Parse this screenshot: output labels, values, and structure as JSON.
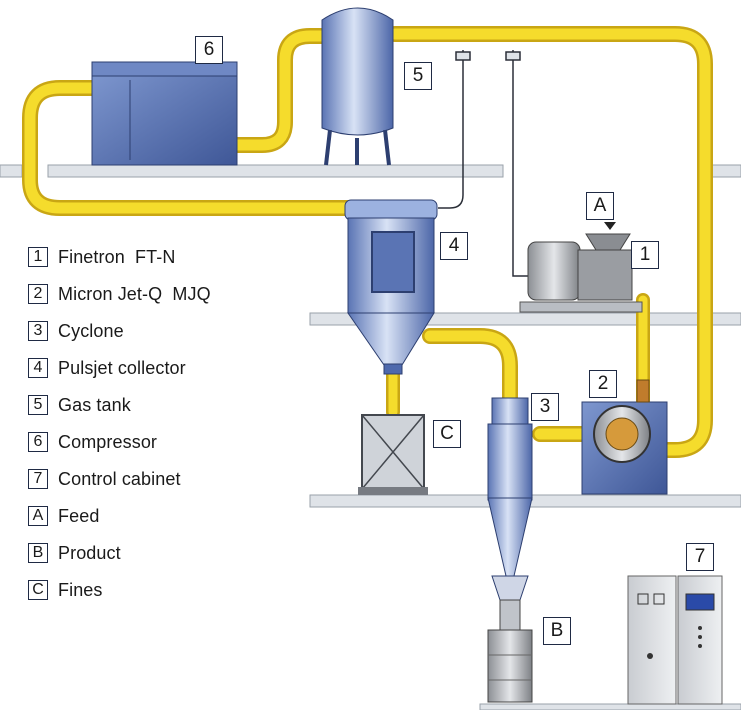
{
  "legend": [
    {
      "key": "1",
      "label": "Finetron  FT-N"
    },
    {
      "key": "2",
      "label": "Micron Jet-Q  MJQ"
    },
    {
      "key": "3",
      "label": "Cyclone"
    },
    {
      "key": "4",
      "label": "Pulsjet collector"
    },
    {
      "key": "5",
      "label": "Gas tank"
    },
    {
      "key": "6",
      "label": "Compressor"
    },
    {
      "key": "7",
      "label": "Control cabinet"
    },
    {
      "key": "A",
      "label": "Feed"
    },
    {
      "key": "B",
      "label": "Product"
    },
    {
      "key": "C",
      "label": "Fines"
    }
  ],
  "tags": {
    "finetron": "1",
    "micron_jet": "2",
    "cyclone": "3",
    "pulsjet": "4",
    "gas_tank": "5",
    "compressor": "6",
    "control_cabinet": "7",
    "feed": "A",
    "product": "B",
    "fines": "C"
  },
  "colors": {
    "pipe": "#f5dc2c",
    "pipe_edge": "#c9a614",
    "equipment": "#8fa6d6",
    "equipment_dark": "#4e69ad",
    "shelf": "#dfe3e8",
    "background": "#ffffff"
  }
}
